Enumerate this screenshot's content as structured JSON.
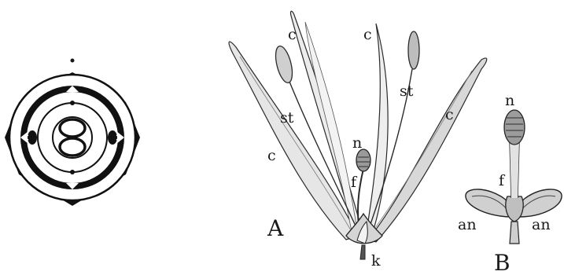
{
  "colors": {
    "ink": "#1a1a1a",
    "paper": "#ffffff",
    "shade": "#c9c9c9"
  },
  "floral_diagram": {
    "icon": "floral-diagram-icon"
  },
  "flower_A": {
    "icon": "flower-with-calyx-icon",
    "label_figure": "A",
    "label_petal_1": "c",
    "label_petal_2": "c",
    "label_petal_3": "c",
    "label_petal_4": "c",
    "label_stamen_1": "st",
    "label_stamen_2": "st",
    "label_stigma": "n",
    "label_style": "f",
    "label_calyx": "k"
  },
  "pistil_B": {
    "icon": "pistil-detail-icon",
    "label_figure": "B",
    "label_stigma": "n",
    "label_style": "f",
    "label_nectary_left": "an",
    "label_nectary_right": "an"
  }
}
